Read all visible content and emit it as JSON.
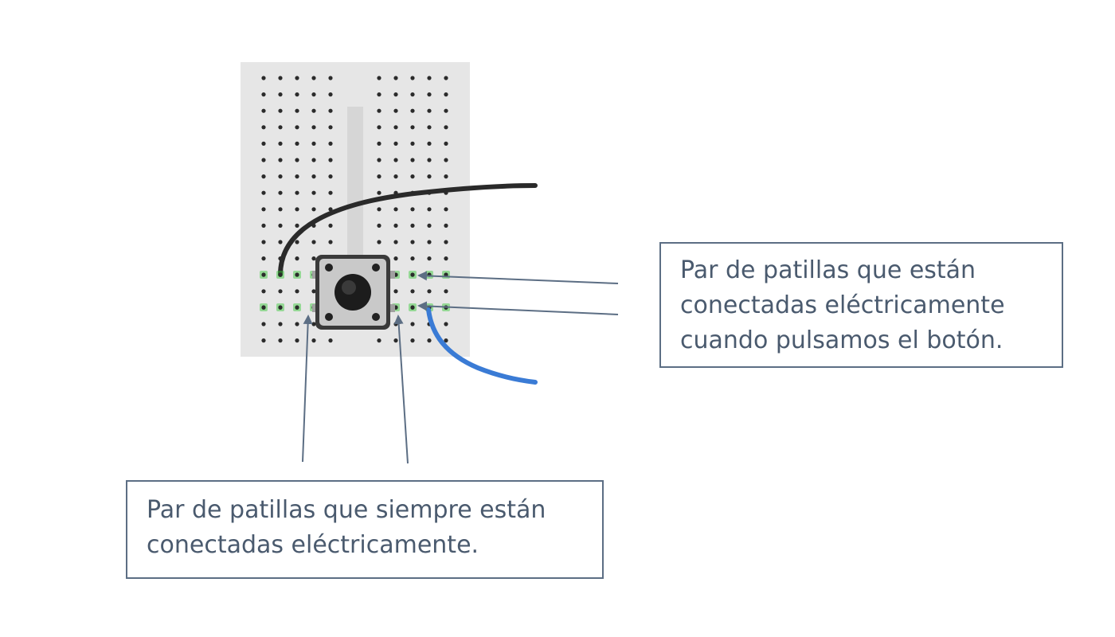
{
  "callouts": {
    "pressed_pair": {
      "lines": [
        "Par de patillas que están",
        "conectadas eléctricamente",
        "cuando pulsamos el botón."
      ]
    },
    "always_pair": {
      "lines": [
        "Par de patillas que siempre están",
        "conectadas eléctricamente."
      ]
    }
  },
  "colors": {
    "breadboard": "#e6e6e6",
    "channel": "#d6d6d6",
    "hole": "#2b2b2b",
    "highlight": "#32c832",
    "wire_black": "#2a2a2a",
    "wire_blue": "#3a7bd5",
    "button_body": "#3a3a3a",
    "button_face": "#c9c9c9",
    "arrow": "#5c6e84"
  },
  "icons": [
    "push-button-icon",
    "breadboard-icon"
  ]
}
